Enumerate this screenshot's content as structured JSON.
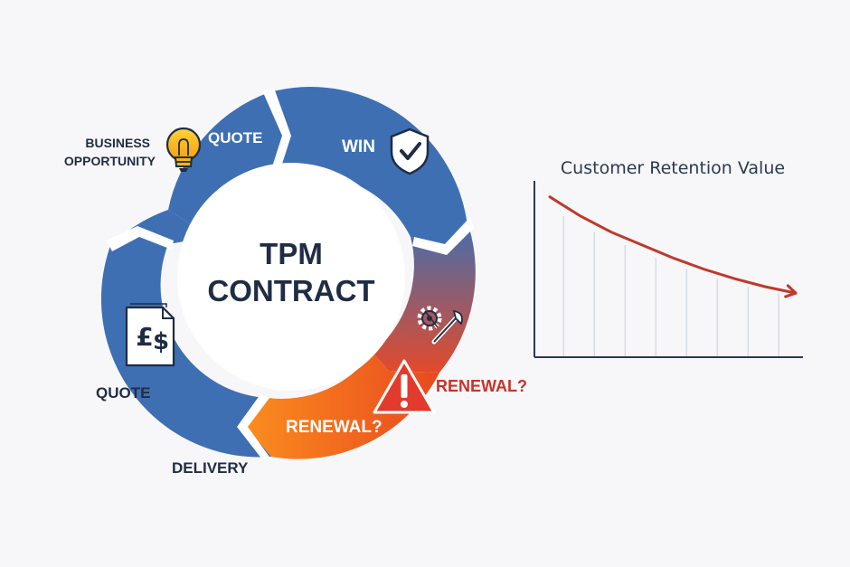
{
  "cycle": {
    "center_line1": "TPM",
    "center_line2": "CONTRACT",
    "labels": {
      "quote_top": "QUOTE",
      "win": "WIN",
      "business_line1": "BUSINESS",
      "business_line2": "OPPORTUNITY",
      "quote_left": "QUOTE",
      "delivery": "DELIVERY",
      "renewal_inner": "RENEWAL?",
      "renewal_outer": "RENEWAL?"
    },
    "icons": [
      "lightbulb-icon",
      "shield-check-icon",
      "gear-wrench-icon",
      "warning-icon",
      "pound-dollar-document-icon"
    ],
    "colors": {
      "ring_blue": "#3e6fb3",
      "ring_orange": "#f37021",
      "alert_red": "#e23b2e",
      "renewal_text": "#c8322a",
      "label_text": "#1f2d44"
    }
  },
  "chart": {
    "title": "Customer Retention Value",
    "line_color": "#c0392b",
    "axis_color": "#2b3a52"
  },
  "chart_data": {
    "type": "line",
    "title": "Customer Retention Value",
    "xlabel": "",
    "ylabel": "",
    "x": [
      0,
      1,
      2,
      3,
      4,
      5,
      6,
      7,
      8
    ],
    "values": [
      100,
      88,
      78,
      70,
      62,
      55,
      49,
      44,
      40
    ],
    "ylim": [
      0,
      110
    ],
    "grid": "vertical"
  }
}
